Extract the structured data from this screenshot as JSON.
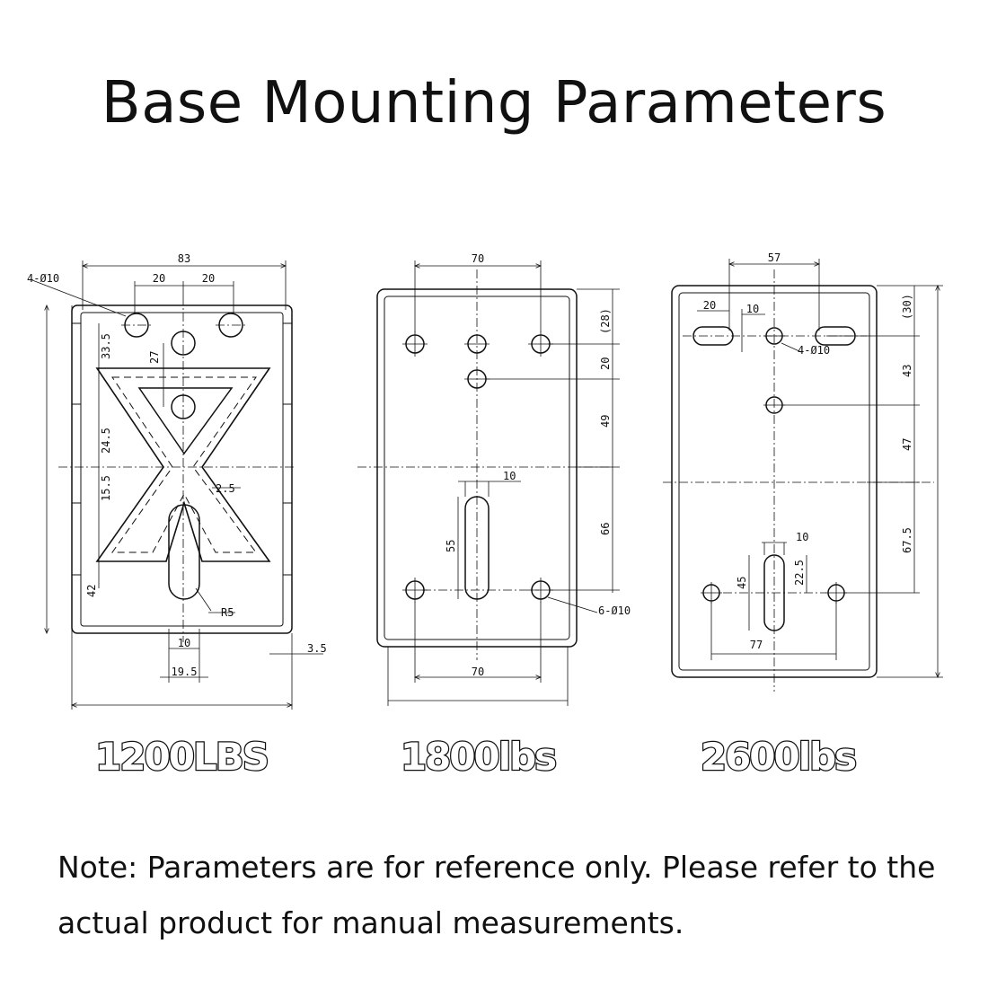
{
  "title": "Base Mounting Parameters",
  "drawings": [
    {
      "caption": "1200LBS",
      "dims": {
        "width_top": "83",
        "hole_spec": "4-Ø10",
        "spacing_a": "20",
        "spacing_b": "20",
        "d_33_5": "33.5",
        "d_27": "27",
        "d_24_5": "24.5",
        "d_15_5": "15.5",
        "d_42": "42",
        "d_2_5": "2.5",
        "radius": "R5",
        "slot_w": "10",
        "slot_span": "19.5",
        "edge": "3.5"
      }
    },
    {
      "caption": "1800lbs",
      "dims": {
        "width_top": "70",
        "d_28": "(28)",
        "d_20": "20",
        "d_49": "49",
        "d_66": "66",
        "slot_w": "10",
        "slot_len": "55",
        "hole_spec": "6-Ø10",
        "width_bottom": "70"
      }
    },
    {
      "caption": "2600lbs",
      "dims": {
        "width_top": "57",
        "d_20": "20",
        "d_10": "10",
        "hole_spec": "4-Ø10",
        "d_30": "(30)",
        "d_43": "43",
        "d_47": "47",
        "d_67_5": "67.5",
        "slot_w": "10",
        "slot_len": "45",
        "d_22_5": "22.5",
        "width_bottom": "77"
      }
    }
  ],
  "note": "Note: Parameters are for reference only. Please refer to the actual product for manual measurements."
}
